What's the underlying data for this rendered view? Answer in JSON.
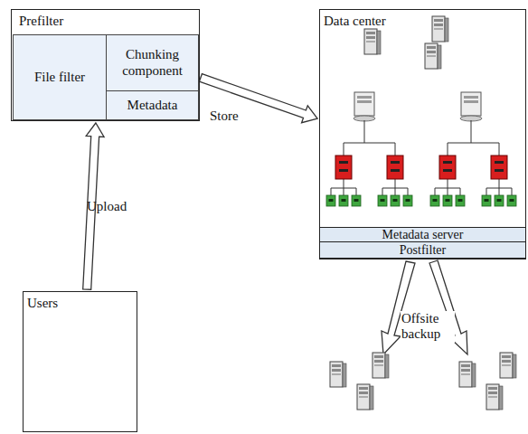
{
  "diagram": {
    "nodes": [
      {
        "text": [
          "Prefilter"
        ]
      },
      {
        "text": [
          "File filter"
        ],
        "in": 0
      },
      {
        "text": [
          "Chunking component"
        ],
        "in": 0
      },
      {
        "text": [
          "Metadata"
        ],
        "in": 0
      },
      {
        "text": [
          "Users"
        ]
      },
      {
        "text": [
          "Data center"
        ]
      },
      {
        "text": [
          "Metadata server"
        ],
        "in": 5
      },
      {
        "text": [
          "Postfilter"
        ],
        "in": 5
      }
    ],
    "edges": [
      {
        "from": 4,
        "to": 0,
        "label": "Upload",
        "arrow": "to"
      },
      {
        "from": 2,
        "to": 5,
        "label": "Store",
        "arrow": "to"
      }
    ],
    "labels": [
      "Offsite backup"
    ]
  }
}
